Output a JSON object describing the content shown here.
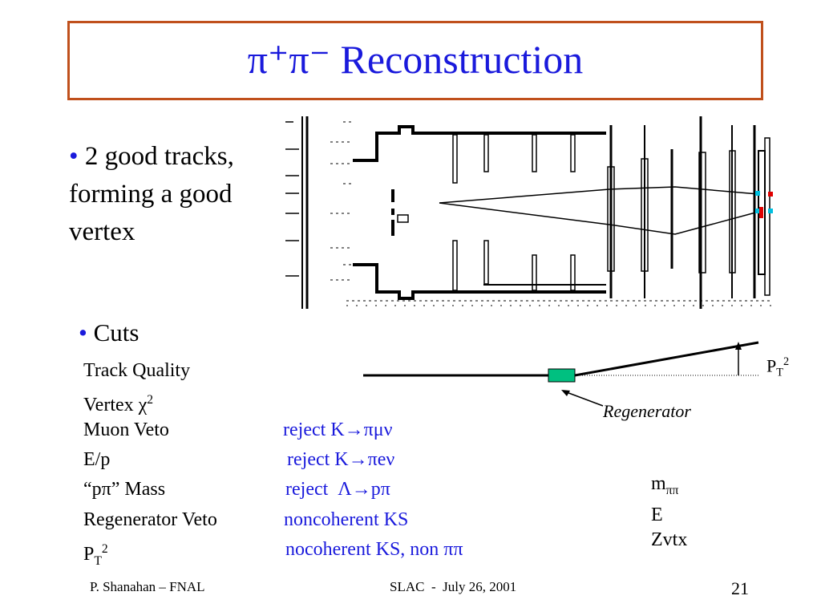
{
  "slide": {
    "title": "π⁺π⁻ Reconstruction",
    "bullet1": {
      "marker": "•",
      "lines": [
        "2 good tracks,",
        "forming a good",
        "vertex"
      ]
    },
    "cuts_header": {
      "marker": "•",
      "text": "Cuts"
    },
    "cuts": [
      {
        "label": "Track Quality",
        "value": ""
      },
      {
        "label": "Vertex χ²",
        "value": ""
      },
      {
        "label": "Muon Veto",
        "value": "reject K→πμν"
      },
      {
        "label": "E/p",
        "value": "reject K→πeν"
      },
      {
        "label": "“pπ” Mass",
        "value": "reject  Λ→pπ"
      },
      {
        "label": "Regenerator Veto",
        "value": "noncoherent KS"
      },
      {
        "label": "PT²",
        "value": "nocoherent KS, non ππ"
      }
    ],
    "diagram": {
      "regenerator_label": "Regenerator",
      "pt_label": "PT²"
    },
    "variables": [
      "mππ",
      "E",
      "Zvtx"
    ],
    "footer": {
      "left": "P. Shanahan – FNAL",
      "center": "SLAC  -  July 26, 2001",
      "page": "21"
    },
    "colors": {
      "title": "#1a1adc",
      "title_border": "#c0501c",
      "cut_values": "#1a1adc",
      "regenerator_box": "#00c080"
    }
  }
}
